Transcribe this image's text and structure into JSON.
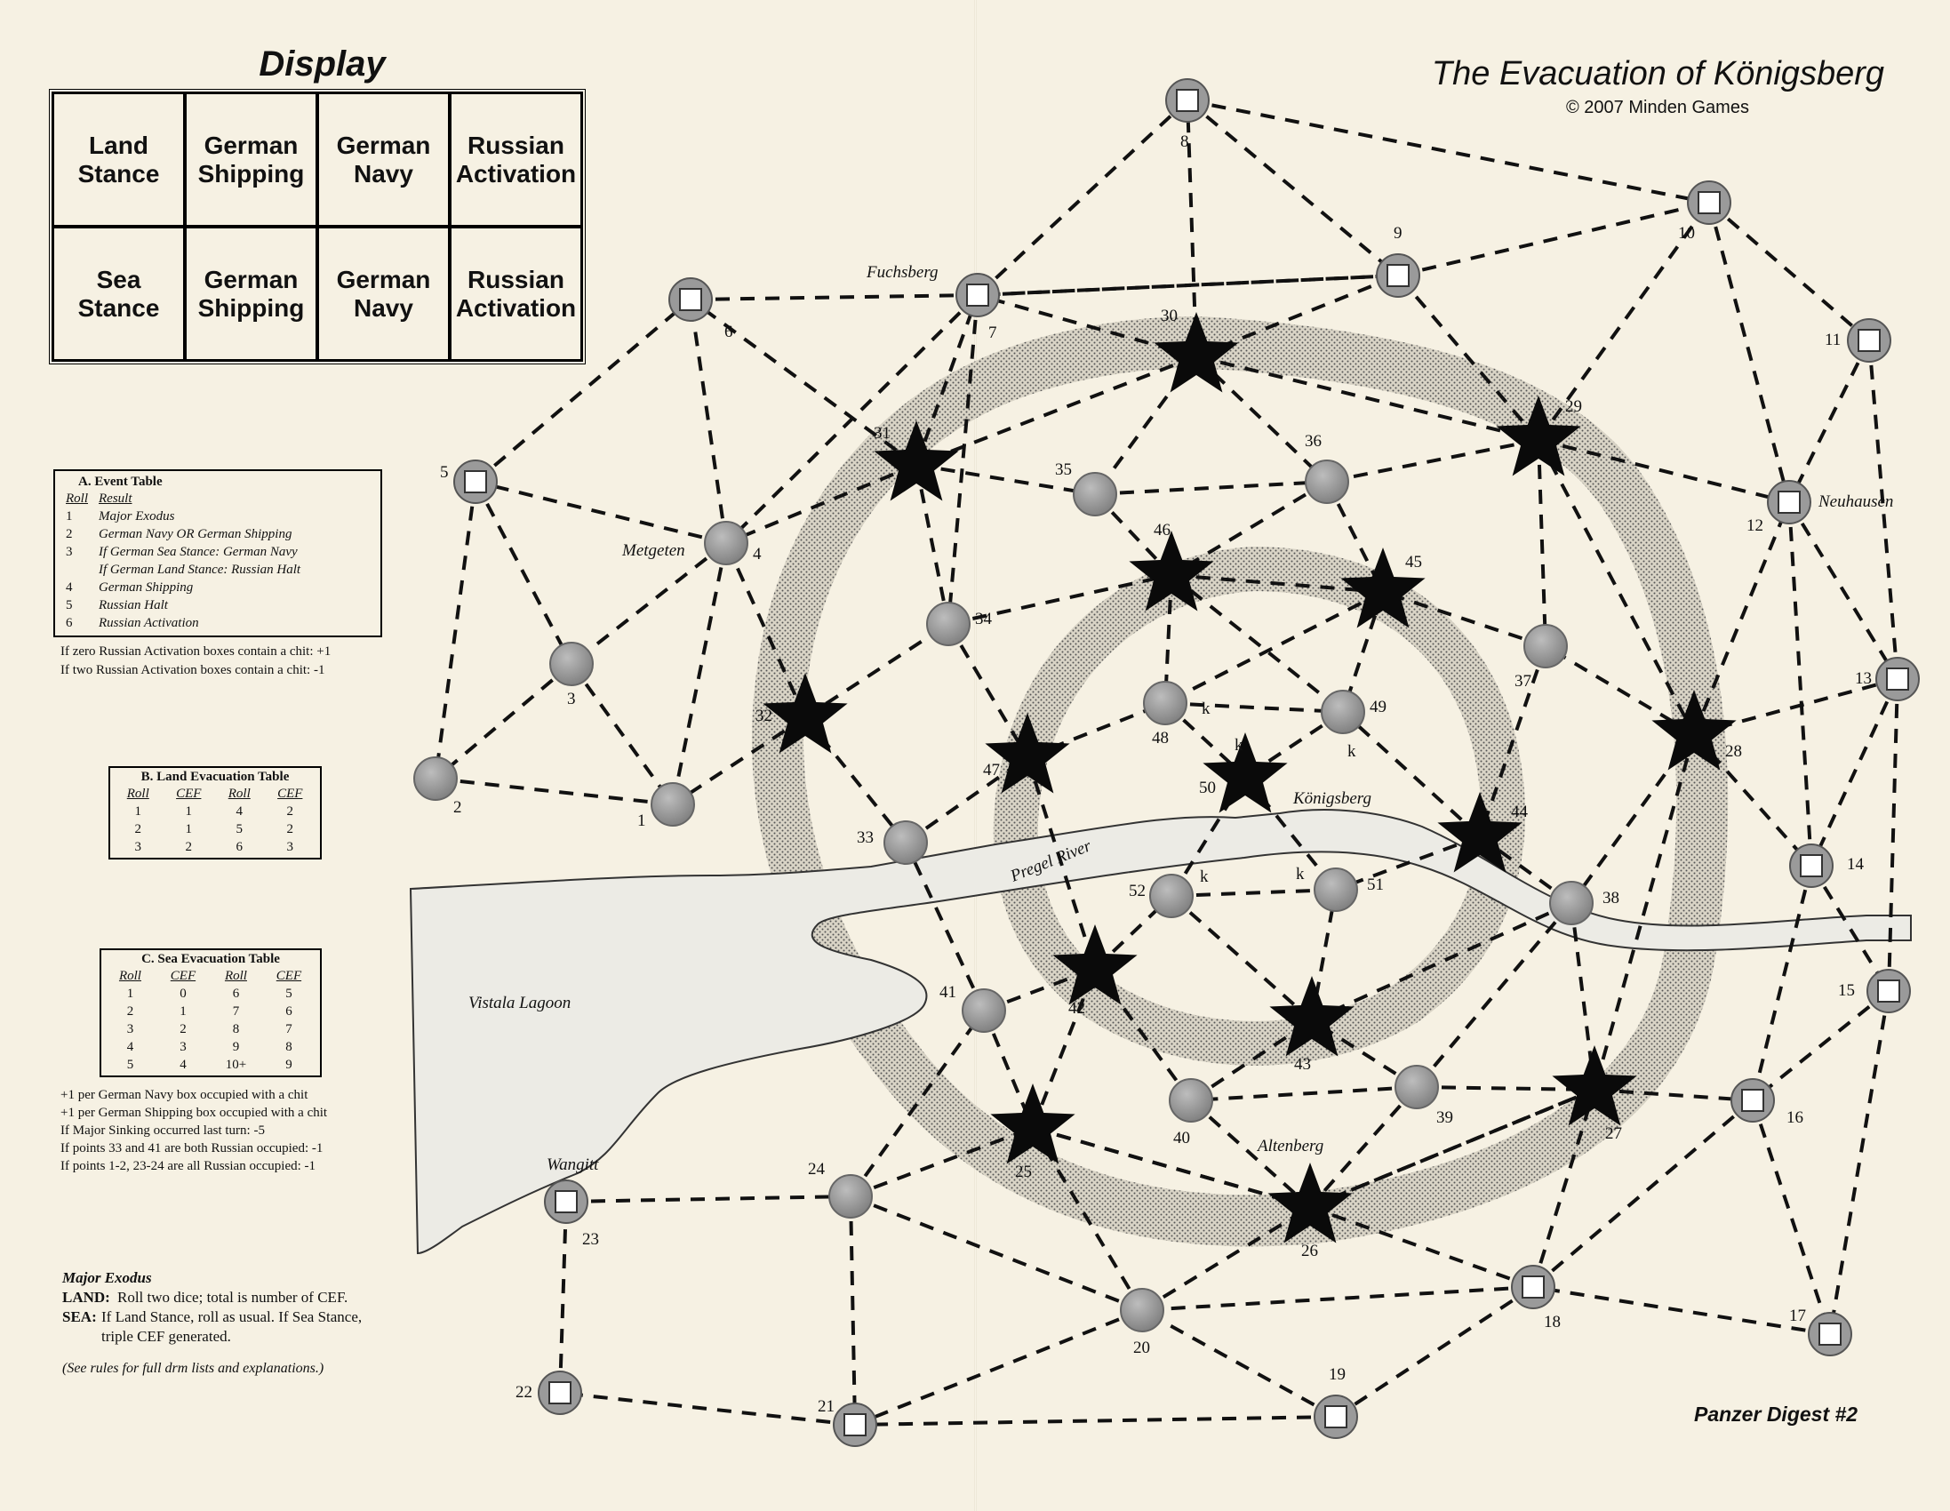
{
  "title": "The Evacuation of Königsberg",
  "copyright": "© 2007 Minden Games",
  "footer": "Panzer Digest #2",
  "display": {
    "title": "Display",
    "cells": [
      "Land\nStance",
      "German\nShipping",
      "German\nNavy",
      "Russian\nActivation",
      "Sea\nStance",
      "German\nShipping",
      "German\nNavy",
      "Russian\nActivation"
    ]
  },
  "event_table": {
    "title": "A.  Event Table",
    "col_roll": "Roll",
    "col_result": "Result",
    "rows": [
      {
        "roll": "1",
        "result": "Major Exodus"
      },
      {
        "roll": "2",
        "result": "German Navy OR German Shipping"
      },
      {
        "roll": "3",
        "result": "If German Sea Stance:  German Navy"
      },
      {
        "roll": "",
        "result": "If German Land Stance:  Russian Halt"
      },
      {
        "roll": "4",
        "result": "German Shipping"
      },
      {
        "roll": "5",
        "result": "Russian Halt"
      },
      {
        "roll": "6",
        "result": "Russian Activation"
      }
    ],
    "notes": [
      "If zero Russian Activation boxes contain a chit:  +1",
      "If two Russian Activation boxes contain a chit:  -1"
    ]
  },
  "land_table": {
    "title": "B. Land Evacuation Table",
    "headers": [
      "Roll",
      "CEF",
      "Roll",
      "CEF"
    ],
    "rows": [
      [
        "1",
        "1",
        "4",
        "2"
      ],
      [
        "2",
        "1",
        "5",
        "2"
      ],
      [
        "3",
        "2",
        "6",
        "3"
      ]
    ]
  },
  "sea_table": {
    "title": "C.  Sea Evacuation Table",
    "headers": [
      "Roll",
      "CEF",
      "Roll",
      "CEF"
    ],
    "rows": [
      [
        "1",
        "0",
        "6",
        "5"
      ],
      [
        "2",
        "1",
        "7",
        "6"
      ],
      [
        "3",
        "2",
        "8",
        "7"
      ],
      [
        "4",
        "3",
        "9",
        "8"
      ],
      [
        "5",
        "4",
        "10+",
        "9"
      ]
    ],
    "notes": [
      "+1 per German Navy box occupied with a chit",
      "+1 per German Shipping box occupied with a chit",
      "If Major Sinking occurred last turn:  -5",
      "If points 33 and 41 are both Russian occupied:  -1",
      "If points 1-2, 23-24 are all Russian occupied:  -1"
    ]
  },
  "major_exodus": {
    "title": "Major Exodus",
    "land_label": "LAND:",
    "land_text": "Roll two dice; total is number of CEF.",
    "sea_label": "SEA:",
    "sea_text": "If Land Stance, roll as usual.  If Sea Stance, triple CEF generated.",
    "footnote": "(See rules for full drm lists and explanations.)"
  },
  "places": {
    "fuchsberg": "Fuchsberg",
    "neuhausen": "Neuhausen",
    "metgeten": "Metgeten",
    "konigsberg": "Königsberg",
    "pregel": "Pregel River",
    "vistala": "Vistala Lagoon",
    "wangitt": "Wangitt",
    "altenberg": "Altenberg"
  },
  "map": {
    "points": [
      {
        "id": "1",
        "type": "circle"
      },
      {
        "id": "2",
        "type": "circle"
      },
      {
        "id": "3",
        "type": "circle"
      },
      {
        "id": "4",
        "type": "circle"
      },
      {
        "id": "5",
        "type": "square"
      },
      {
        "id": "6",
        "type": "square"
      },
      {
        "id": "7",
        "type": "square"
      },
      {
        "id": "8",
        "type": "square"
      },
      {
        "id": "9",
        "type": "square"
      },
      {
        "id": "10",
        "type": "square"
      },
      {
        "id": "11",
        "type": "square"
      },
      {
        "id": "12",
        "type": "square"
      },
      {
        "id": "13",
        "type": "square"
      },
      {
        "id": "14",
        "type": "square"
      },
      {
        "id": "15",
        "type": "square"
      },
      {
        "id": "16",
        "type": "square"
      },
      {
        "id": "17",
        "type": "square"
      },
      {
        "id": "18",
        "type": "square"
      },
      {
        "id": "19",
        "type": "square"
      },
      {
        "id": "20",
        "type": "circle"
      },
      {
        "id": "21",
        "type": "square"
      },
      {
        "id": "22",
        "type": "square"
      },
      {
        "id": "23",
        "type": "square"
      },
      {
        "id": "24",
        "type": "circle"
      },
      {
        "id": "25",
        "type": "star"
      },
      {
        "id": "26",
        "type": "star"
      },
      {
        "id": "27",
        "type": "star"
      },
      {
        "id": "28",
        "type": "star"
      },
      {
        "id": "29",
        "type": "star"
      },
      {
        "id": "30",
        "type": "star"
      },
      {
        "id": "31",
        "type": "star"
      },
      {
        "id": "32",
        "type": "star"
      },
      {
        "id": "33",
        "type": "circle"
      },
      {
        "id": "34",
        "type": "circle"
      },
      {
        "id": "35",
        "type": "circle"
      },
      {
        "id": "36",
        "type": "circle"
      },
      {
        "id": "37",
        "type": "circle"
      },
      {
        "id": "38",
        "type": "circle"
      },
      {
        "id": "39",
        "type": "circle"
      },
      {
        "id": "40",
        "type": "circle"
      },
      {
        "id": "41",
        "type": "circle"
      },
      {
        "id": "42",
        "type": "star"
      },
      {
        "id": "43",
        "type": "star"
      },
      {
        "id": "44",
        "type": "star"
      },
      {
        "id": "45",
        "type": "star"
      },
      {
        "id": "46",
        "type": "star"
      },
      {
        "id": "47",
        "type": "star"
      },
      {
        "id": "48",
        "type": "circle"
      },
      {
        "id": "49",
        "type": "circle"
      },
      {
        "id": "50",
        "type": "star"
      },
      {
        "id": "51",
        "type": "circle"
      },
      {
        "id": "52",
        "type": "circle"
      }
    ],
    "k_marker": "k"
  }
}
